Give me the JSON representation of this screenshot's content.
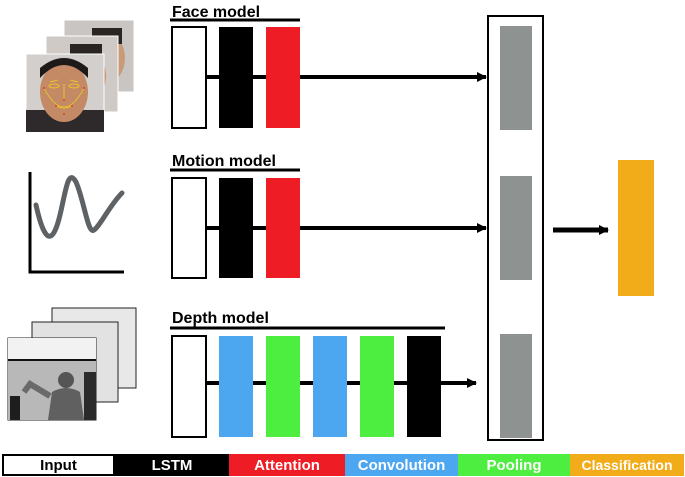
{
  "models": [
    {
      "title": "Face model",
      "input": "face-landmarks",
      "layers": [
        "input",
        "lstm",
        "attention"
      ]
    },
    {
      "title": "Motion model",
      "input": "motion-curve",
      "layers": [
        "input",
        "lstm",
        "attention"
      ]
    },
    {
      "title": "Depth model",
      "input": "depth-frames",
      "layers": [
        "input",
        "convolution",
        "pooling",
        "convolution",
        "pooling",
        "lstm"
      ]
    }
  ],
  "colors": {
    "input": "#ffffff",
    "lstm": "#000000",
    "attention": "#ee1c24",
    "convolution": "#4da6f0",
    "pooling": "#4dee40",
    "classification": "#f2ab19",
    "fusion": "#8e9290"
  },
  "legend": [
    {
      "key": "input",
      "label": "Input"
    },
    {
      "key": "lstm",
      "label": "LSTM"
    },
    {
      "key": "attention",
      "label": "Attention"
    },
    {
      "key": "convolution",
      "label": "Convolution"
    },
    {
      "key": "pooling",
      "label": "Pooling"
    },
    {
      "key": "classification",
      "label": "Classification"
    }
  ]
}
